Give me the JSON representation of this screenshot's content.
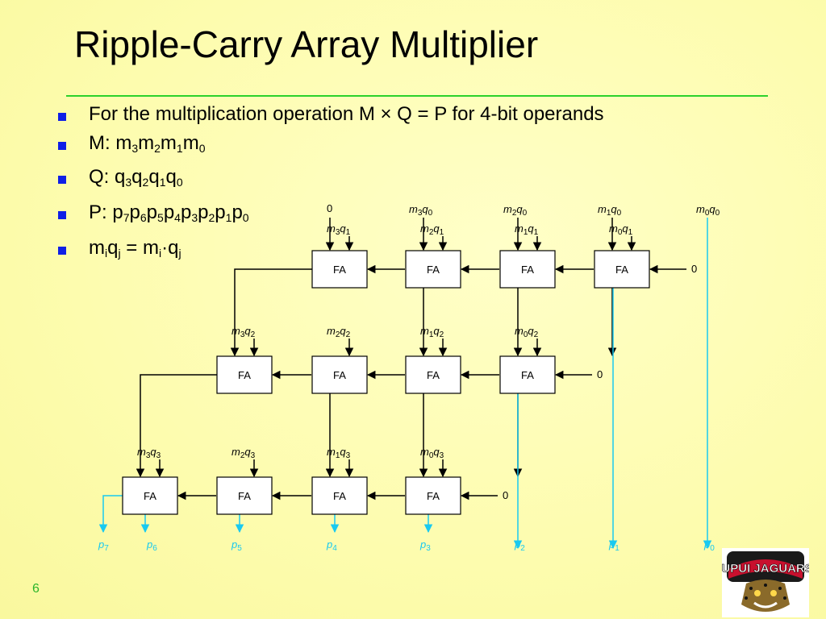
{
  "slide": {
    "title": "Ripple-Carry Array Multiplier",
    "page_number": "6"
  },
  "bullets": [
    {
      "text": "For the multiplication operation M × Q = P for 4-bit operands"
    },
    {
      "prefix": "M: ",
      "terms": [
        [
          "m",
          "3"
        ],
        [
          "m",
          "2"
        ],
        [
          "m",
          "1"
        ],
        [
          "m",
          "0"
        ]
      ]
    },
    {
      "prefix": "Q: ",
      "terms": [
        [
          "q",
          "3"
        ],
        [
          "q",
          "2"
        ],
        [
          "q",
          "1"
        ],
        [
          "q",
          "0"
        ]
      ]
    },
    {
      "prefix": "P: ",
      "terms": [
        [
          "p",
          "7"
        ],
        [
          "p",
          "6"
        ],
        [
          "p",
          "5"
        ],
        [
          "p",
          "4"
        ],
        [
          "p",
          "3"
        ],
        [
          "p",
          "2"
        ],
        [
          "p",
          "1"
        ],
        [
          "p",
          "0"
        ]
      ]
    },
    {
      "formula": {
        "lhs": [
          [
            "m",
            "i"
          ],
          [
            "q",
            "j"
          ]
        ],
        "eq": " = ",
        "rhs": [
          [
            "m",
            "i"
          ]
        ],
        "dot": "·",
        "rhs2": [
          [
            "q",
            "j"
          ]
        ]
      }
    }
  ],
  "diagram": {
    "block_label": "FA",
    "zero": "0",
    "top_inputs": [
      [
        "3",
        "0"
      ],
      [
        "2",
        "0"
      ],
      [
        "1",
        "0"
      ],
      [
        "0",
        "0"
      ]
    ],
    "row0_inputs": [
      [
        "3",
        "1"
      ],
      [
        "2",
        "1"
      ],
      [
        "1",
        "1"
      ],
      [
        "0",
        "1"
      ]
    ],
    "row1_inputs": [
      [
        "3",
        "2"
      ],
      [
        "2",
        "2"
      ],
      [
        "1",
        "2"
      ],
      [
        "0",
        "2"
      ]
    ],
    "row2_inputs": [
      [
        "3",
        "3"
      ],
      [
        "2",
        "3"
      ],
      [
        "1",
        "3"
      ],
      [
        "0",
        "3"
      ]
    ],
    "outputs": [
      "7",
      "6",
      "5",
      "4",
      "3",
      "2",
      "1",
      "0"
    ],
    "colors": {
      "line": "#000000",
      "output": "#19c9f0",
      "box_fill": "#ffffff"
    }
  },
  "logo": {
    "text": "IUPUI JAGUARS"
  }
}
